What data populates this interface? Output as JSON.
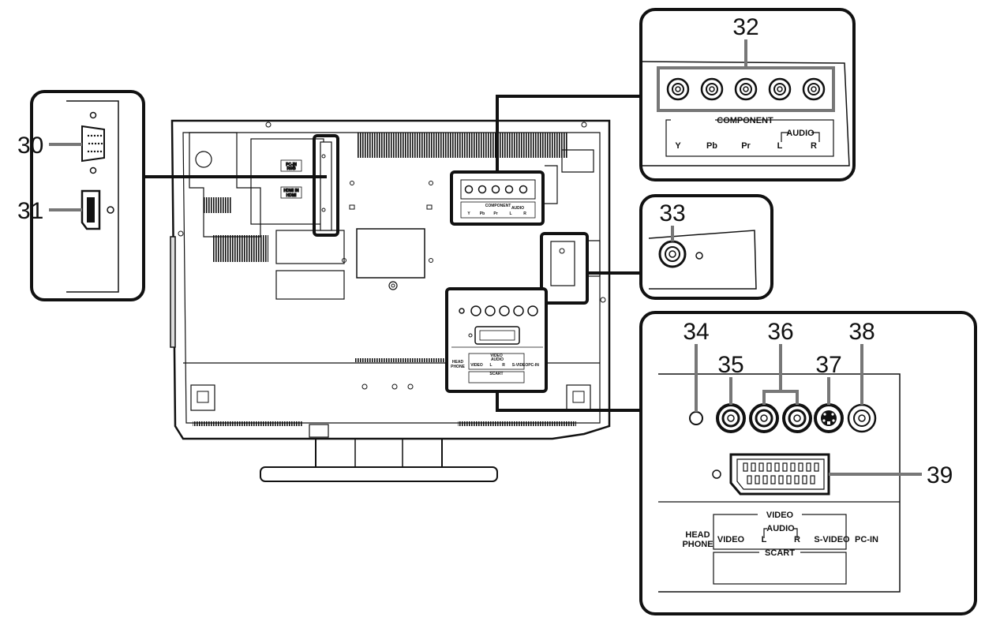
{
  "callouts": {
    "c30": "30",
    "c31": "31",
    "c32": "32",
    "c33": "33",
    "c34": "34",
    "c35": "35",
    "c36": "36",
    "c37": "37",
    "c38": "38",
    "c39": "39"
  },
  "component_panel": {
    "title": "COMPONENT",
    "y": "Y",
    "pb": "Pb",
    "pr": "Pr",
    "audio": "AUDIO",
    "l": "L",
    "r": "R"
  },
  "av_panel": {
    "video_group": "VIDEO",
    "head": "HEAD",
    "phone": "PHONE",
    "video": "VIDEO",
    "audio": "AUDIO",
    "l": "L",
    "r": "R",
    "svideo": "S-VIDEO",
    "pcin": "PC-IN",
    "scart": "SCART"
  },
  "tv_labels": {
    "pcin": "PC-IN",
    "rgb": "RGB",
    "hdmiin": "HDMI IN",
    "hdmi": "HDMI",
    "component": "COMPONENT",
    "y": "Y",
    "pb": "Pb",
    "pr": "Pr",
    "audio": "AUDIO",
    "l": "L",
    "r": "R",
    "video_group": "VIDEO",
    "head": "HEAD",
    "phone": "PHONE",
    "video": "VIDEO",
    "svideo": "S-VIDEO",
    "pc_in": "PC-IN",
    "scart": "SCART"
  }
}
